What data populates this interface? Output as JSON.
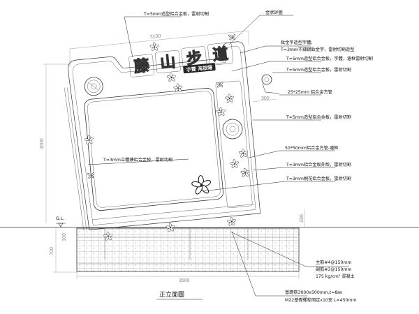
{
  "drawing": {
    "title": "正立面圖",
    "sign_title_chars": [
      "藤",
      "山",
      "步",
      "道"
    ],
    "plaque_text": "宇豐 海旅陽",
    "ground_label": "G.L.",
    "dimensions": {
      "top_width": "3100",
      "total_height": "3000",
      "right_offset": "300",
      "foundation_width": "3500",
      "foundation_depth": "700",
      "lower_depth": "100",
      "side_height": "286"
    },
    "callouts": [
      {
        "id": "top-plate",
        "text": "T=5mm造型鋁合金板，雷射切割"
      },
      {
        "id": "cloud",
        "text": "金狀詳圖"
      },
      {
        "id": "letters-1",
        "text": "鈦金字造型字體;"
      },
      {
        "id": "letters-2",
        "text": "T=3mm不鏽鋼鈦金字，雷射切割造型"
      },
      {
        "id": "frame-edge",
        "text": "T=5mm造型鋁合金板，字體，邊框雷射切割"
      },
      {
        "id": "shaped-plate",
        "text": "T=5mm造型鋁合金板，雷射切割"
      },
      {
        "id": "square-tube",
        "text": "25*25mm 鋁合金方管"
      },
      {
        "id": "right-plate",
        "text": "T=5mm造型鋁合金板，雷射切割"
      },
      {
        "id": "main-tube",
        "text": "50*50mm鋁合金方管-邊框"
      },
      {
        "id": "outer-plate",
        "text": "T=3mm鋁合金板外殼，雷射切割"
      },
      {
        "id": "flower-plate",
        "text": "T=3mm桐花鋁合金板，雷射切割"
      },
      {
        "id": "left-plate",
        "text": "T=3mm立體鏤鋁合金板，雷射切割"
      },
      {
        "id": "rebar-1",
        "text": "主筋#4@150mm"
      },
      {
        "id": "rebar-2",
        "text": "副筋#3@150mm"
      },
      {
        "id": "concrete",
        "text": "175 kg/cm² 混凝土"
      },
      {
        "id": "footing-1",
        "text": "基礎筋3000x500mm,t=8㎜"
      },
      {
        "id": "footing-2",
        "text": "M22基礎螺栓固定x10支  L=450mm"
      }
    ]
  }
}
